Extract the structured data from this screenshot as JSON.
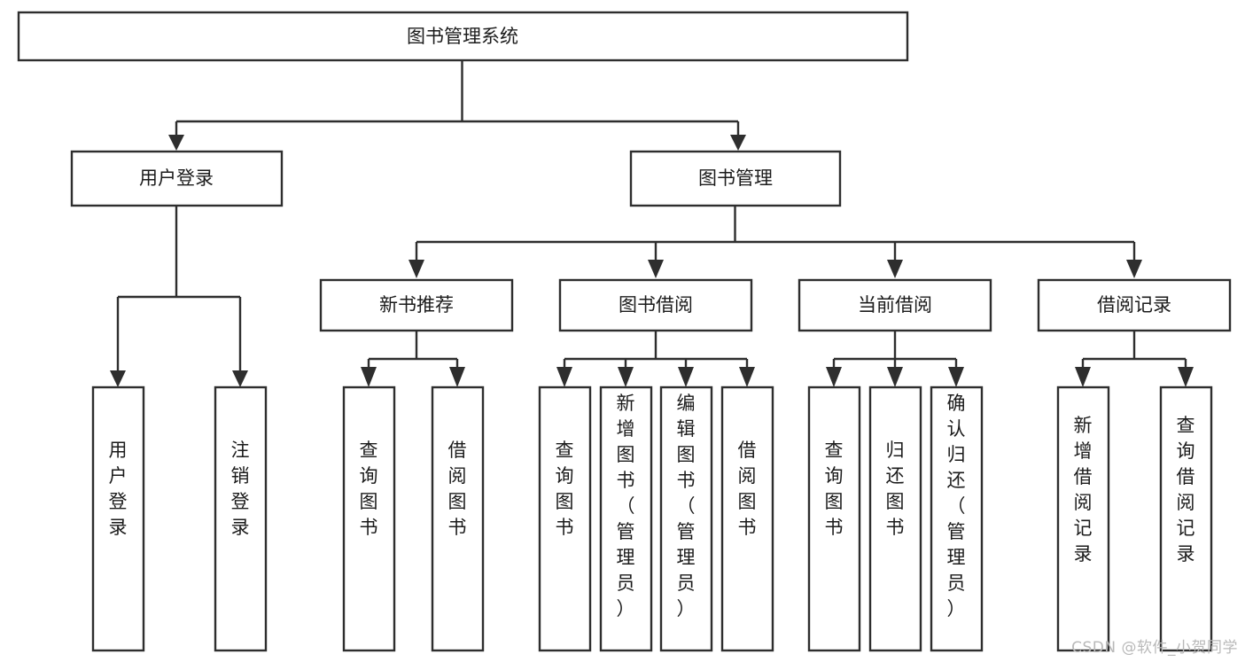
{
  "diagram": {
    "type": "tree",
    "title": "图书管理系统",
    "watermark": "CSDN @软件_小贺同学",
    "colors": {
      "stroke": "#2e2e2e",
      "fill": "#ffffff",
      "text": "#1b1b1b",
      "watermark": "#b9b9b9"
    },
    "nodes": {
      "root": {
        "label": "图书管理系统"
      },
      "level2": [
        {
          "id": "user-login",
          "label": "用户登录"
        },
        {
          "id": "book-manage",
          "label": "图书管理"
        }
      ],
      "level3": [
        {
          "id": "new-book-rec",
          "label": "新书推荐"
        },
        {
          "id": "book-borrow",
          "label": "图书借阅"
        },
        {
          "id": "current-borrow",
          "label": "当前借阅"
        },
        {
          "id": "borrow-record",
          "label": "借阅记录"
        }
      ],
      "leaves": [
        {
          "id": "leaf-user-login",
          "parent": "user-login",
          "label": "用户登录"
        },
        {
          "id": "leaf-logout",
          "parent": "user-login",
          "label": "注销登录"
        },
        {
          "id": "leaf-query-book-1",
          "parent": "new-book-rec",
          "label": "查询图书"
        },
        {
          "id": "leaf-borrow-book-1",
          "parent": "new-book-rec",
          "label": "借阅图书"
        },
        {
          "id": "leaf-query-book-2",
          "parent": "book-borrow",
          "label": "查询图书"
        },
        {
          "id": "leaf-add-book",
          "parent": "book-borrow",
          "label": "新增图书（管理员）"
        },
        {
          "id": "leaf-edit-book",
          "parent": "book-borrow",
          "label": "编辑图书（管理员）"
        },
        {
          "id": "leaf-borrow-book-2",
          "parent": "book-borrow",
          "label": "借阅图书"
        },
        {
          "id": "leaf-query-book-3",
          "parent": "current-borrow",
          "label": "查询图书"
        },
        {
          "id": "leaf-return-book",
          "parent": "current-borrow",
          "label": "归还图书"
        },
        {
          "id": "leaf-confirm-return",
          "parent": "current-borrow",
          "label": "确认归还（管理员）"
        },
        {
          "id": "leaf-add-record",
          "parent": "borrow-record",
          "label": "新增借阅记录"
        },
        {
          "id": "leaf-query-record",
          "parent": "borrow-record",
          "label": "查询借阅记录"
        }
      ]
    }
  }
}
